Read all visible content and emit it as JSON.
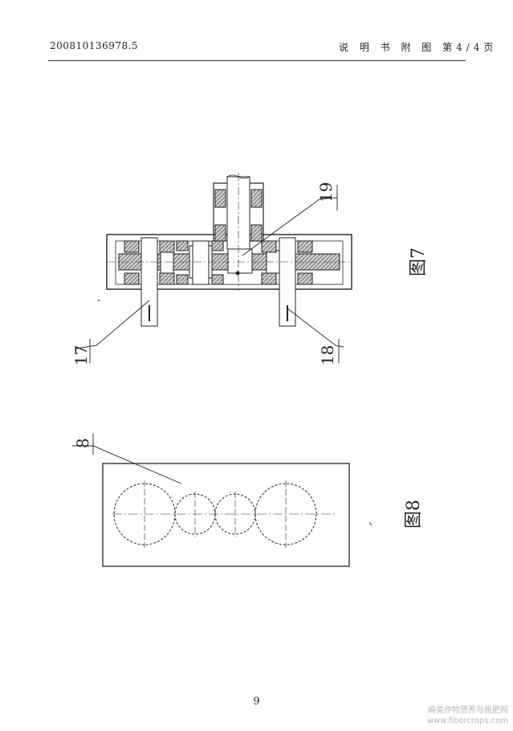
{
  "header": {
    "doc_number": "200810136978.5",
    "section_title": "说 明 书 附 图 第4/4页"
  },
  "figure7": {
    "caption": "图7",
    "labels": {
      "left_shaft": "17",
      "right_shaft": "18",
      "top_shaft": "19"
    }
  },
  "figure8": {
    "caption": "图8",
    "labels": {
      "plate": "8"
    }
  },
  "footer": {
    "page_number": "9"
  },
  "watermark": {
    "text": "麻类作物营养与施肥网",
    "url": "www.fibercrops.com"
  }
}
